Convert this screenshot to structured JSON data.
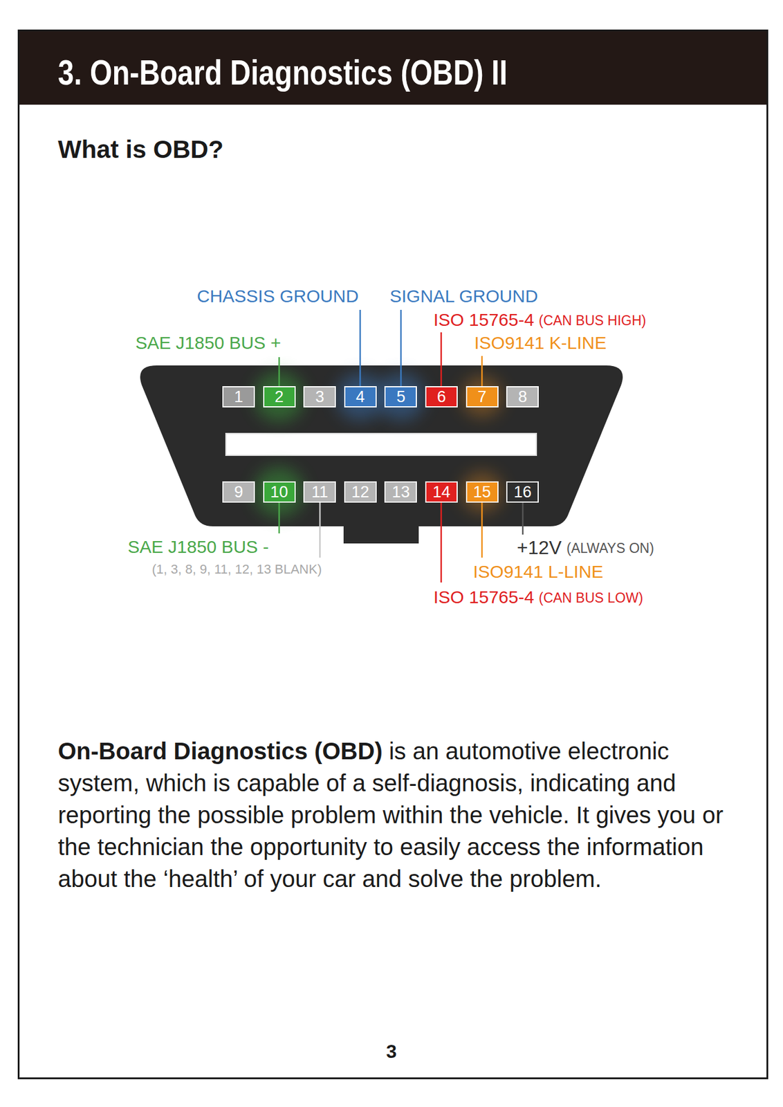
{
  "diagram": {
    "title": "3. On-Board Diagnostics (OBD) II",
    "nodes": [
      {
        "text": [
          "1"
        ]
      },
      {
        "text": [
          "2"
        ]
      },
      {
        "text": [
          "3"
        ]
      },
      {
        "text": [
          "4"
        ]
      },
      {
        "text": [
          "5"
        ]
      },
      {
        "text": [
          "6"
        ]
      },
      {
        "text": [
          "7"
        ]
      },
      {
        "text": [
          "8"
        ]
      },
      {
        "text": [
          "9"
        ]
      },
      {
        "text": [
          "10"
        ]
      },
      {
        "text": [
          "11"
        ]
      },
      {
        "text": [
          "12"
        ]
      },
      {
        "text": [
          "13"
        ]
      },
      {
        "text": [
          "14"
        ]
      },
      {
        "text": [
          "15"
        ]
      },
      {
        "text": [
          "16"
        ]
      }
    ],
    "labels": [
      "What is OBD?",
      "CHASSIS GROUND",
      "SIGNAL GROUND",
      "ISO 15765-4",
      "(CAN BUS HIGH)",
      "SAE J1850 BUS +",
      "ISO9141 K-LINE",
      "SAE J1850 BUS -",
      "(1, 3, 8, 9, 11, 12, 13 BLANK)",
      "+12V",
      "(ALWAYS ON)",
      "ISO9141 L-LINE",
      "ISO 15765-4",
      "(CAN BUS LOW)",
      "On-Board Diagnostics (OBD)",
      "is an automotive electronic system, which is capable of a self-diagnosis, indicating and reporting the possible problem within the vehicle. It gives you or the technician the opportunity to easily access the information about the ‘health’ of your car and solve the problem.",
      "3"
    ]
  }
}
